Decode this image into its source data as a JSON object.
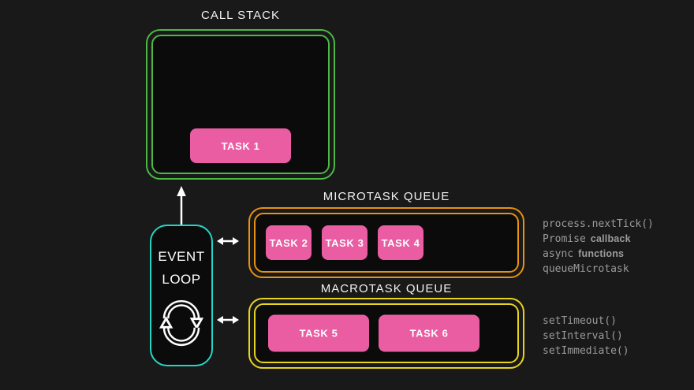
{
  "colors": {
    "background": "#191919",
    "panel_background": "#0b0b0b",
    "call_stack_border": "#4cb944",
    "microtask_border": "#e8920f",
    "macrotask_border": "#e8d41e",
    "event_loop_border": "#25d6c4",
    "task_fill": "#ea5da2",
    "title_text": "#f2f2f2",
    "code_text": "#9b9b9b"
  },
  "icons": {
    "event_loop_cycle": "refresh-cycle-icon",
    "stack_push": "up-arrow-icon",
    "queue_exchange": "bidirectional-arrow-icon"
  },
  "call_stack": {
    "title": "CALL STACK",
    "tasks": [
      {
        "label": "TASK 1"
      }
    ]
  },
  "event_loop": {
    "line1": "EVENT",
    "line2": "LOOP"
  },
  "microtask_queue": {
    "title": "MICROTASK QUEUE",
    "tasks": [
      {
        "label": "TASK 2"
      },
      {
        "label": "TASK 3"
      },
      {
        "label": "TASK 4"
      }
    ],
    "sources": [
      {
        "code": "process.nextTick()",
        "plain": ""
      },
      {
        "code": "Promise",
        "plain": "callback"
      },
      {
        "code": "async",
        "plain": "functions"
      },
      {
        "code": "queueMicrotask",
        "plain": ""
      }
    ]
  },
  "macrotask_queue": {
    "title": "MACROTASK QUEUE",
    "tasks": [
      {
        "label": "TASK 5"
      },
      {
        "label": "TASK 6"
      }
    ],
    "sources": [
      {
        "code": "setTimeout()",
        "plain": ""
      },
      {
        "code": "setInterval()",
        "plain": ""
      },
      {
        "code": "setImmediate()",
        "plain": ""
      }
    ]
  }
}
